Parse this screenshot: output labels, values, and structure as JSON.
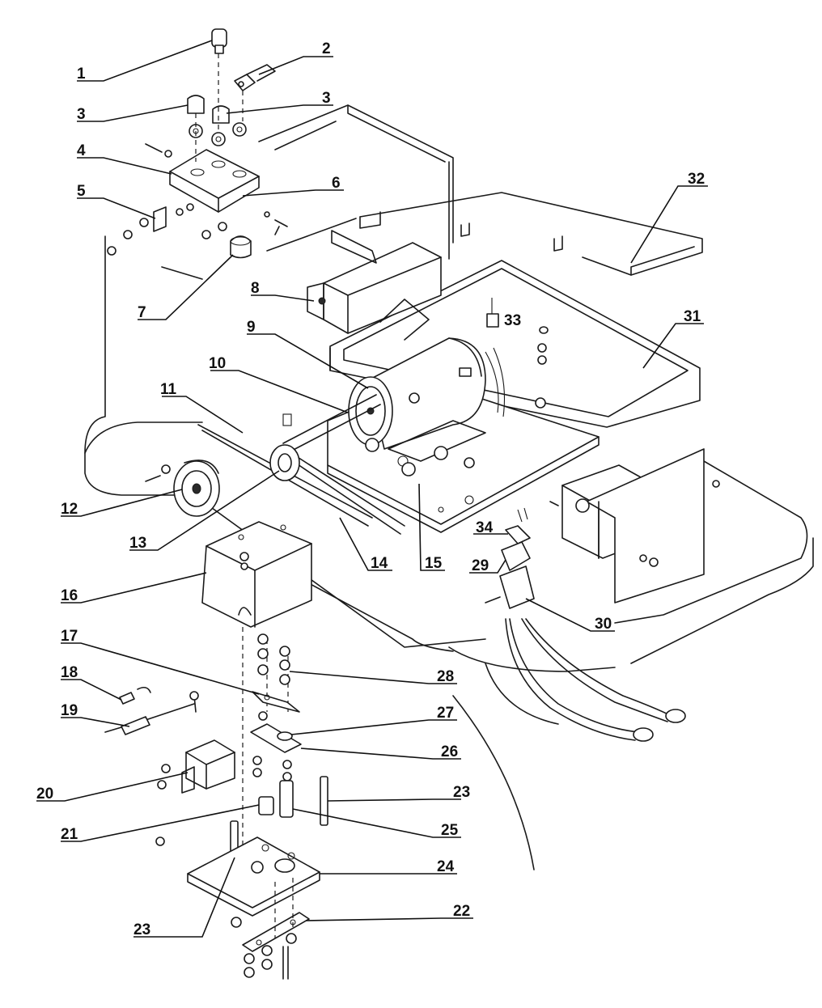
{
  "callouts": [
    {
      "id": "1",
      "text": "1"
    },
    {
      "id": "2",
      "text": "2"
    },
    {
      "id": "3a",
      "text": "3"
    },
    {
      "id": "3b",
      "text": "3"
    },
    {
      "id": "4",
      "text": "4"
    },
    {
      "id": "5",
      "text": "5"
    },
    {
      "id": "6",
      "text": "6"
    },
    {
      "id": "7",
      "text": "7"
    },
    {
      "id": "8",
      "text": "8"
    },
    {
      "id": "9",
      "text": "9"
    },
    {
      "id": "10",
      "text": "10"
    },
    {
      "id": "11",
      "text": "11"
    },
    {
      "id": "12",
      "text": "12"
    },
    {
      "id": "13",
      "text": "13"
    },
    {
      "id": "14",
      "text": "14"
    },
    {
      "id": "15",
      "text": "15"
    },
    {
      "id": "16",
      "text": "16"
    },
    {
      "id": "17",
      "text": "17"
    },
    {
      "id": "18",
      "text": "18"
    },
    {
      "id": "19",
      "text": "19"
    },
    {
      "id": "20",
      "text": "20"
    },
    {
      "id": "21",
      "text": "21"
    },
    {
      "id": "22",
      "text": "22"
    },
    {
      "id": "23a",
      "text": "23"
    },
    {
      "id": "23b",
      "text": "23"
    },
    {
      "id": "24",
      "text": "24"
    },
    {
      "id": "25",
      "text": "25"
    },
    {
      "id": "26",
      "text": "26"
    },
    {
      "id": "27",
      "text": "27"
    },
    {
      "id": "28",
      "text": "28"
    },
    {
      "id": "29",
      "text": "29"
    },
    {
      "id": "30",
      "text": "30"
    },
    {
      "id": "31",
      "text": "31"
    },
    {
      "id": "32",
      "text": "32"
    },
    {
      "id": "33",
      "text": "33"
    },
    {
      "id": "34",
      "text": "34"
    }
  ]
}
